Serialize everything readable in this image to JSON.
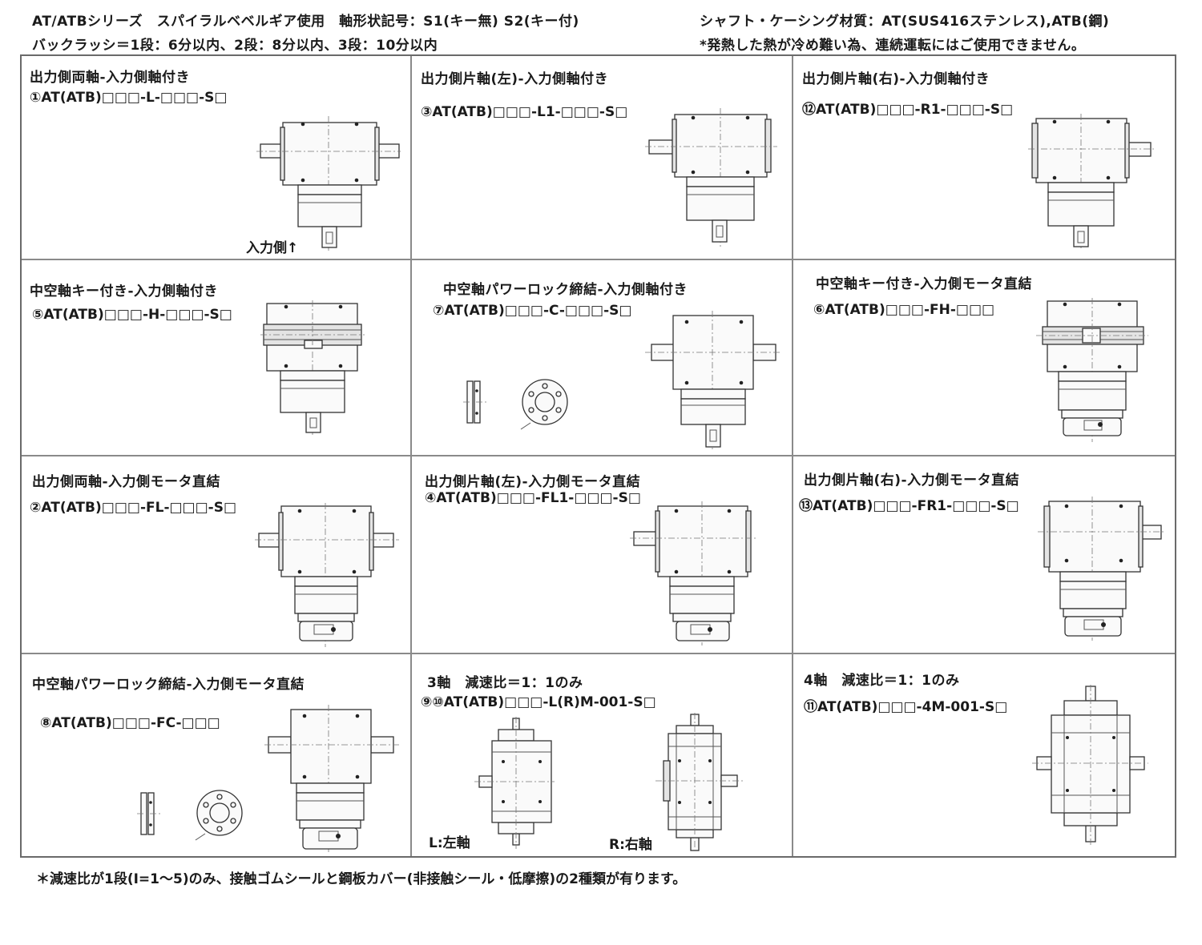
{
  "header": {
    "line1": "AT/ATBシリーズ　スパイラルベベルギア使用　軸形状記号：S1(キー無) S2(キー付)",
    "line2": "バックラッシ＝1段：6分以内、2段：8分以内、3段：10分以内",
    "material": "シャフト・ケーシング材質：AT(SUS416ステンレス),ATB(鋼)",
    "warning": "*発熱した熱が冷め難い為、連続運転にはご使用できません。"
  },
  "cells": [
    {
      "title": "出力側両軸-入力側軸付き",
      "model": "①AT(ATB)□□□-L-□□□-S□",
      "note": "入力側↑"
    },
    {
      "title": "出力側片軸(左)-入力側軸付き",
      "model": "③AT(ATB)□□□-L1-□□□-S□"
    },
    {
      "title": "出力側片軸(右)-入力側軸付き",
      "model": "⑫AT(ATB)□□□-R1-□□□-S□"
    },
    {
      "title": "中空軸キー付き-入力側軸付き",
      "model": "⑤AT(ATB)□□□-H-□□□-S□"
    },
    {
      "title": "中空軸パワーロック締結-入力側軸付き",
      "model": "⑦AT(ATB)□□□-C-□□□-S□"
    },
    {
      "title": "中空軸キー付き-入力側モータ直結",
      "model": "⑥AT(ATB)□□□-FH-□□□"
    },
    {
      "title": "出力側両軸-入力側モータ直結",
      "model": "②AT(ATB)□□□-FL-□□□-S□"
    },
    {
      "title": "出力側片軸(左)-入力側モータ直結",
      "model": "④AT(ATB)□□□-FL1-□□□-S□"
    },
    {
      "title": "出力側片軸(右)-入力側モータ直結",
      "model": "⑬AT(ATB)□□□-FR1-□□□-S□"
    },
    {
      "title": "中空軸パワーロック締結-入力側モータ直結",
      "model": "⑧AT(ATB)□□□-FC-□□□"
    },
    {
      "title": "3軸　減速比＝1：1のみ",
      "model": "⑨⑩AT(ATB)□□□-L(R)M-001-S□",
      "label_left": "L:左軸",
      "label_right": "R:右軸"
    },
    {
      "title": "4軸　減速比＝1：1のみ",
      "model": "⑪AT(ATB)□□□-4M-001-S□"
    }
  ],
  "footnote": "＊減速比が1段(I=1～5)のみ、接触ゴムシールと鋼板カバー(非接触シール・低摩擦)の2種類が有ります。"
}
